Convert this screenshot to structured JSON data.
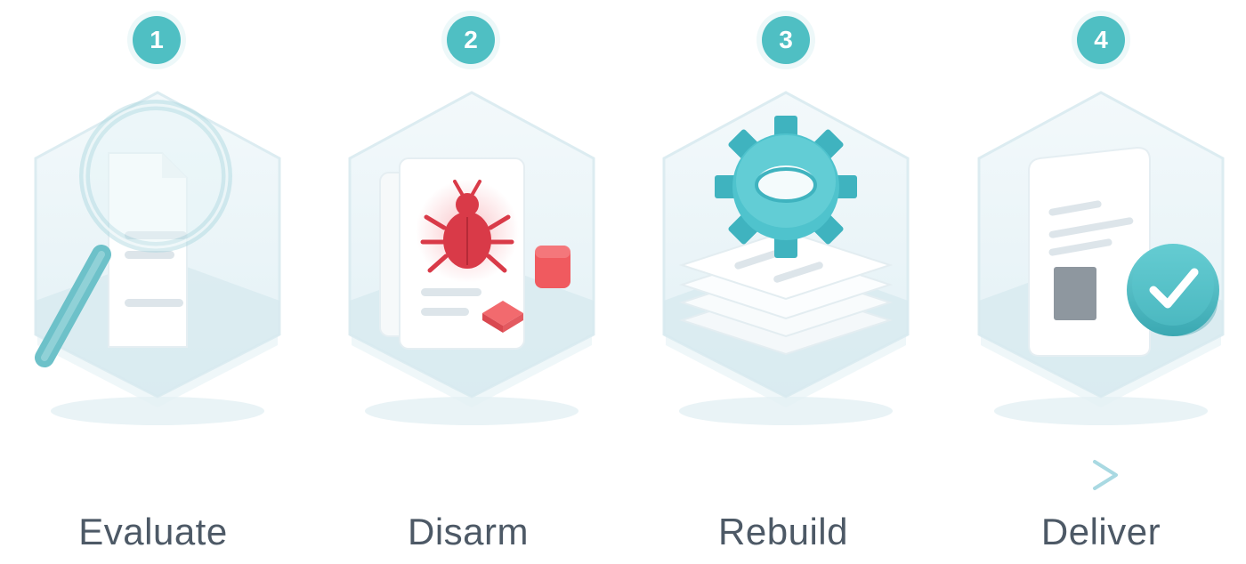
{
  "steps": [
    {
      "number": "1",
      "label": "Evaluate",
      "icon": "magnifier-document-icon"
    },
    {
      "number": "2",
      "label": "Disarm",
      "icon": "bug-document-icon"
    },
    {
      "number": "3",
      "label": "Rebuild",
      "icon": "gear-layers-icon"
    },
    {
      "number": "4",
      "label": "Deliver",
      "icon": "check-document-icon"
    }
  ],
  "colors": {
    "accent": "#4fbfc3",
    "threat": "#d93a48",
    "label_text": "#4d5966",
    "arrow": "#bfe3ea"
  }
}
